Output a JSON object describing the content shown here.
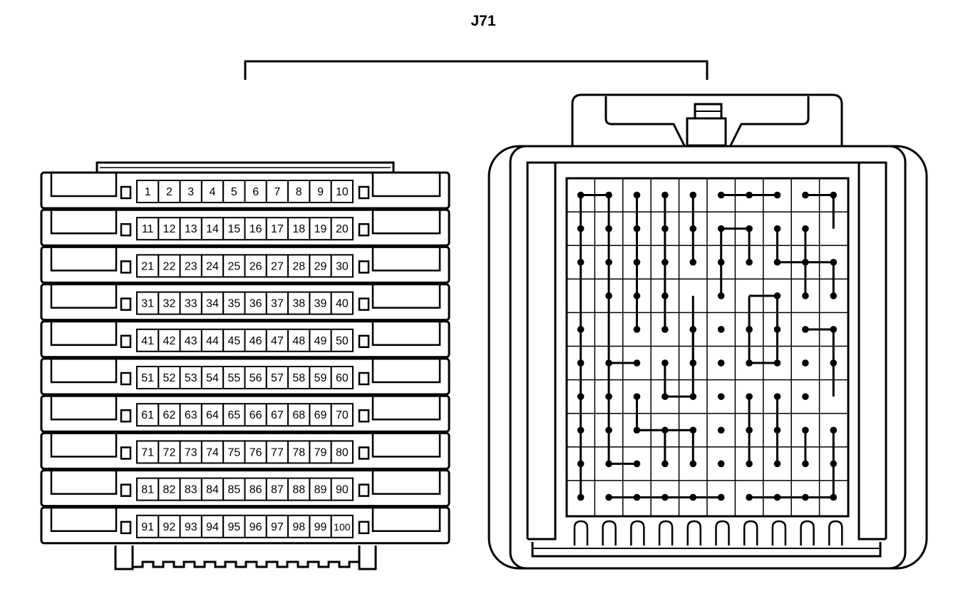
{
  "connector": {
    "title": "J71"
  },
  "pin_labels": {
    "rows": [
      [
        "1",
        "2",
        "3",
        "4",
        "5",
        "6",
        "7",
        "8",
        "9",
        "10"
      ],
      [
        "11",
        "12",
        "13",
        "14",
        "15",
        "16",
        "17",
        "18",
        "19",
        "20"
      ],
      [
        "21",
        "22",
        "23",
        "24",
        "25",
        "26",
        "27",
        "28",
        "29",
        "30"
      ],
      [
        "31",
        "32",
        "33",
        "34",
        "35",
        "36",
        "37",
        "38",
        "39",
        "40"
      ],
      [
        "41",
        "42",
        "43",
        "44",
        "45",
        "46",
        "47",
        "48",
        "49",
        "50"
      ],
      [
        "51",
        "52",
        "53",
        "54",
        "55",
        "56",
        "57",
        "58",
        "59",
        "60"
      ],
      [
        "61",
        "62",
        "63",
        "64",
        "65",
        "66",
        "67",
        "68",
        "69",
        "70"
      ],
      [
        "71",
        "72",
        "73",
        "74",
        "75",
        "76",
        "77",
        "78",
        "79",
        "80"
      ],
      [
        "81",
        "82",
        "83",
        "84",
        "85",
        "86",
        "87",
        "88",
        "89",
        "90"
      ],
      [
        "91",
        "92",
        "93",
        "94",
        "95",
        "96",
        "97",
        "98",
        "99",
        "100"
      ]
    ]
  },
  "wiring": {
    "grid_size": [
      10,
      10
    ],
    "pins": [
      [
        0,
        0
      ],
      [
        0,
        1
      ],
      [
        0,
        2
      ],
      [
        0,
        3
      ],
      [
        0,
        4
      ],
      [
        0,
        5
      ],
      [
        0,
        6
      ],
      [
        0,
        7
      ],
      [
        0,
        8
      ],
      [
        0,
        9
      ],
      [
        1,
        0
      ],
      [
        1,
        1
      ],
      [
        1,
        2
      ],
      [
        1,
        3
      ],
      [
        1,
        4
      ],
      [
        1,
        5
      ],
      [
        1,
        6
      ],
      [
        1,
        7
      ],
      [
        1,
        8
      ],
      [
        2,
        0
      ],
      [
        2,
        1
      ],
      [
        2,
        2
      ],
      [
        2,
        3
      ],
      [
        2,
        4
      ],
      [
        2,
        5
      ],
      [
        2,
        6
      ],
      [
        2,
        7
      ],
      [
        2,
        8
      ],
      [
        2,
        9
      ],
      [
        3,
        1
      ],
      [
        3,
        2
      ],
      [
        3,
        3
      ],
      [
        3,
        5
      ],
      [
        3,
        7
      ],
      [
        3,
        8
      ],
      [
        3,
        9
      ],
      [
        4,
        0
      ],
      [
        4,
        2
      ],
      [
        4,
        3
      ],
      [
        4,
        4
      ],
      [
        4,
        5
      ],
      [
        4,
        6
      ],
      [
        4,
        7
      ],
      [
        4,
        8
      ],
      [
        4,
        9
      ],
      [
        5,
        0
      ],
      [
        5,
        1
      ],
      [
        5,
        2
      ],
      [
        5,
        3
      ],
      [
        5,
        4
      ],
      [
        5,
        5
      ],
      [
        5,
        6
      ],
      [
        5,
        7
      ],
      [
        5,
        8
      ],
      [
        5,
        9
      ],
      [
        6,
        0
      ],
      [
        6,
        1
      ],
      [
        6,
        2
      ],
      [
        6,
        3
      ],
      [
        6,
        4
      ],
      [
        6,
        5
      ],
      [
        6,
        6
      ],
      [
        6,
        7
      ],
      [
        6,
        8
      ],
      [
        7,
        0
      ],
      [
        7,
        1
      ],
      [
        7,
        2
      ],
      [
        7,
        3
      ],
      [
        7,
        4
      ],
      [
        7,
        5
      ],
      [
        7,
        6
      ],
      [
        7,
        7
      ],
      [
        7,
        8
      ],
      [
        7,
        9
      ],
      [
        8,
        0
      ],
      [
        8,
        1
      ],
      [
        8,
        2
      ],
      [
        8,
        3
      ],
      [
        8,
        4
      ],
      [
        8,
        5
      ],
      [
        8,
        6
      ],
      [
        8,
        7
      ],
      [
        8,
        8
      ],
      [
        8,
        9
      ],
      [
        9,
        0
      ],
      [
        9,
        1
      ],
      [
        9,
        2
      ],
      [
        9,
        3
      ],
      [
        9,
        4
      ],
      [
        9,
        5
      ],
      [
        9,
        6
      ],
      [
        9,
        7
      ],
      [
        9,
        8
      ],
      [
        9,
        9
      ]
    ],
    "links": [
      [
        [
          0,
          0
        ],
        [
          9,
          0
        ]
      ],
      [
        [
          0,
          0
        ],
        [
          0,
          1
        ]
      ],
      [
        [
          0,
          1
        ],
        [
          8,
          1
        ]
      ],
      [
        [
          8,
          1
        ],
        [
          8,
          2
        ]
      ],
      [
        [
          0,
          2
        ],
        [
          4,
          2
        ]
      ],
      [
        [
          0,
          3
        ],
        [
          4,
          3
        ]
      ],
      [
        [
          0,
          4
        ],
        [
          2,
          4
        ]
      ],
      [
        [
          0,
          5
        ],
        [
          0,
          7
        ]
      ],
      [
        [
          0,
          8
        ],
        [
          0,
          9
        ]
      ],
      [
        [
          0,
          9
        ],
        [
          1,
          9
        ]
      ],
      [
        [
          1,
          5
        ],
        [
          1,
          6
        ]
      ],
      [
        [
          1,
          6
        ],
        [
          2,
          6
        ]
      ],
      [
        [
          1,
          5
        ],
        [
          3,
          5
        ]
      ],
      [
        [
          1,
          7
        ],
        [
          2,
          7
        ]
      ],
      [
        [
          2,
          7
        ],
        [
          2,
          9
        ]
      ],
      [
        [
          1,
          8
        ],
        [
          3,
          8
        ]
      ],
      [
        [
          2,
          9
        ],
        [
          3,
          9
        ]
      ],
      [
        [
          3,
          6
        ],
        [
          3,
          7
        ]
      ],
      [
        [
          3,
          6
        ],
        [
          5,
          6
        ]
      ],
      [
        [
          3,
          7
        ],
        [
          5,
          7
        ]
      ],
      [
        [
          5,
          6
        ],
        [
          5,
          7
        ]
      ],
      [
        [
          3,
          4
        ],
        [
          5,
          4
        ]
      ],
      [
        [
          4,
          8
        ],
        [
          4,
          9
        ]
      ],
      [
        [
          4,
          9
        ],
        [
          6,
          9
        ]
      ],
      [
        [
          5,
          1
        ],
        [
          5,
          2
        ]
      ],
      [
        [
          5,
          3
        ],
        [
          6,
          3
        ]
      ],
      [
        [
          6,
          3
        ],
        [
          6,
          4
        ]
      ],
      [
        [
          4,
          4
        ],
        [
          6,
          4
        ]
      ],
      [
        [
          6,
          2
        ],
        [
          7,
          2
        ]
      ],
      [
        [
          7,
          2
        ],
        [
          7,
          4
        ]
      ],
      [
        [
          7,
          3
        ],
        [
          8,
          3
        ]
      ],
      [
        [
          7,
          4
        ],
        [
          8,
          4
        ]
      ],
      [
        [
          6,
          6
        ],
        [
          8,
          6
        ]
      ],
      [
        [
          6,
          7
        ],
        [
          8,
          7
        ]
      ],
      [
        [
          7,
          8
        ],
        [
          8,
          8
        ]
      ],
      [
        [
          7,
          9
        ],
        [
          9,
          9
        ]
      ],
      [
        [
          9,
          1
        ],
        [
          9,
          5
        ]
      ],
      [
        [
          9,
          6
        ],
        [
          9,
          9
        ]
      ]
    ]
  }
}
